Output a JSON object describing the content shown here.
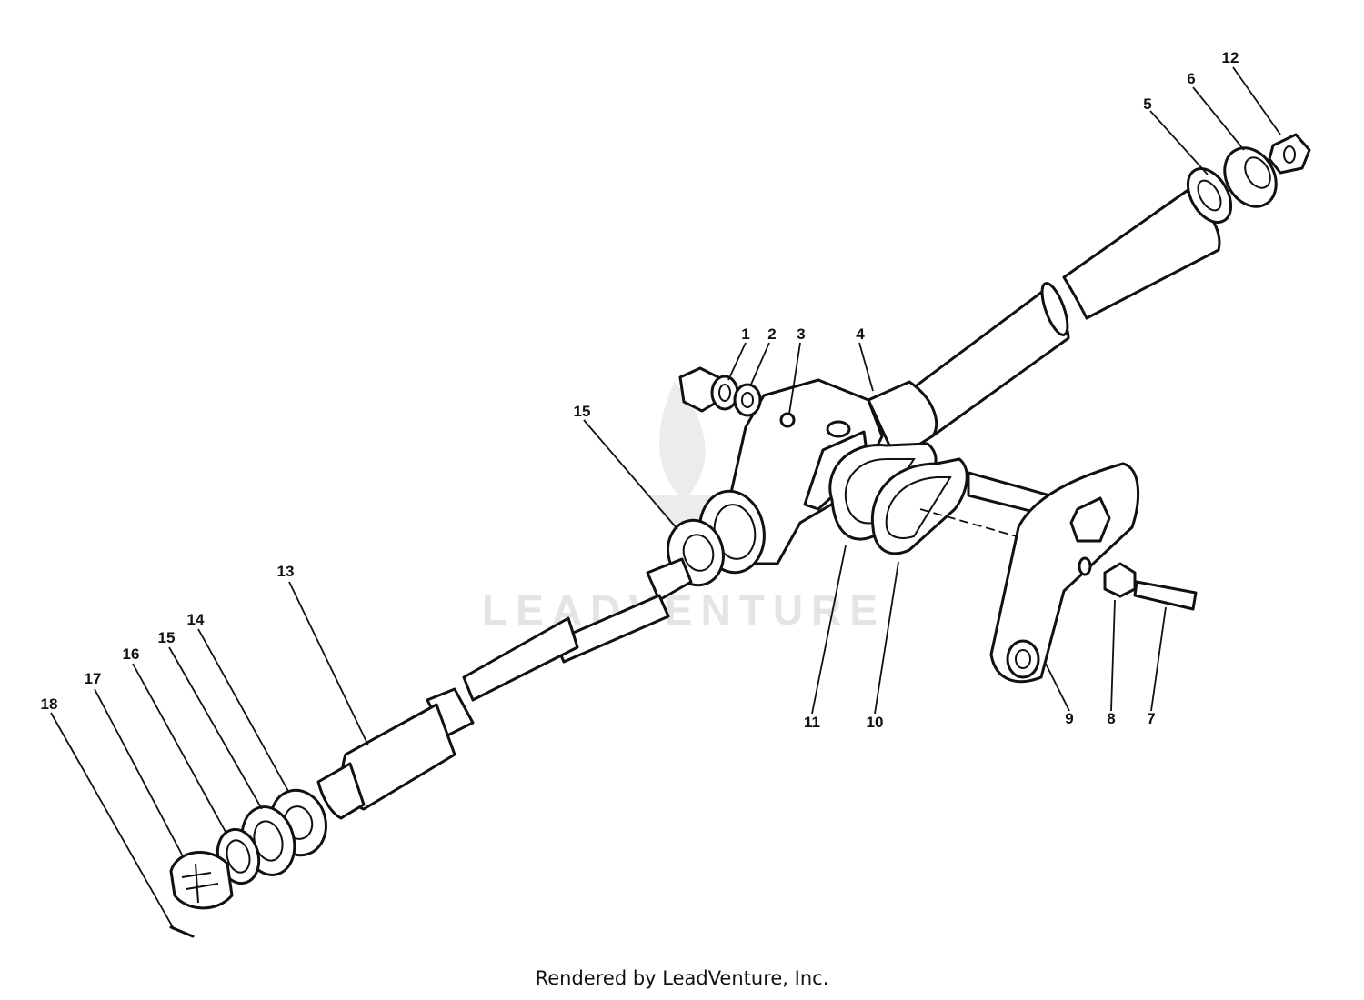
{
  "watermark": "LEADVENTURE",
  "credit": "Rendered by LeadVenture, Inc.",
  "callouts": [
    "1",
    "2",
    "3",
    "4",
    "5",
    "6",
    "12",
    "15",
    "13",
    "14",
    "15",
    "16",
    "17",
    "18",
    "11",
    "10",
    "9",
    "8",
    "7"
  ]
}
